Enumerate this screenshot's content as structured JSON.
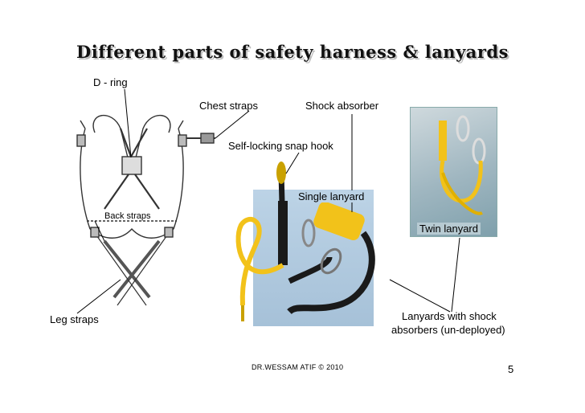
{
  "title": "Different parts of safety harness & lanyards",
  "labels": {
    "d_ring": "D - ring",
    "chest_straps": "Chest straps",
    "shock_absorber": "Shock absorber",
    "snap_hook": "Self-locking snap hook",
    "single_lanyard": "Single lanyard",
    "back_straps": "Back straps",
    "twin_lanyard": "Twin lanyard",
    "leg_straps": "Leg straps",
    "lanyards_line1": "Lanyards with shock",
    "lanyards_line2": "absorbers (un-deployed)"
  },
  "footer": "DR.WESSAM ATIF © 2010",
  "page_number": "5",
  "colors": {
    "lanyard_yellow": "#f2c21a",
    "absorber_black": "#1a1a1a",
    "photo_blue": "#a9c4da"
  }
}
